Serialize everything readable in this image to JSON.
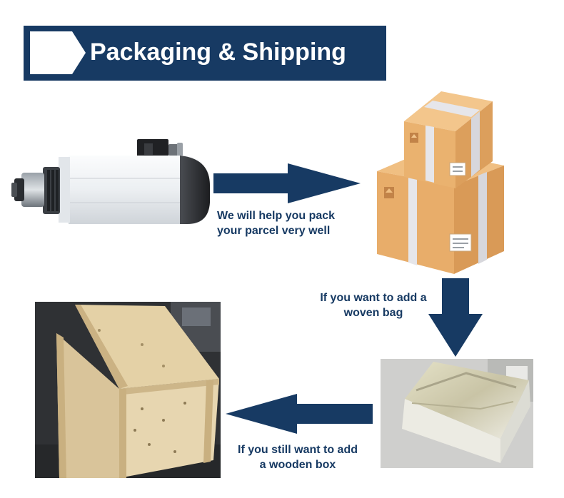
{
  "header": {
    "title": "Packaging & Shipping",
    "icon": "chevron-right-icon",
    "background_color": "#173a63"
  },
  "steps": {
    "pack_caption_line1": "We will help you pack",
    "pack_caption_line2": "your parcel very well",
    "bag_caption_line1": "If you want to add a",
    "bag_caption_line2": "woven bag",
    "box_caption_line1": "If you still want to add",
    "box_caption_line2": "a wooden box"
  },
  "images": {
    "spindle": "spindle-motor-image",
    "cartons": "cardboard-boxes-image",
    "woven_bag": "woven-bag-package-photo",
    "wooden_box": "wooden-crate-photo"
  },
  "colors": {
    "arrow": "#173a63",
    "text": "#173a63",
    "carton": "#e8ad6a",
    "tape": "#e6e6ea"
  }
}
